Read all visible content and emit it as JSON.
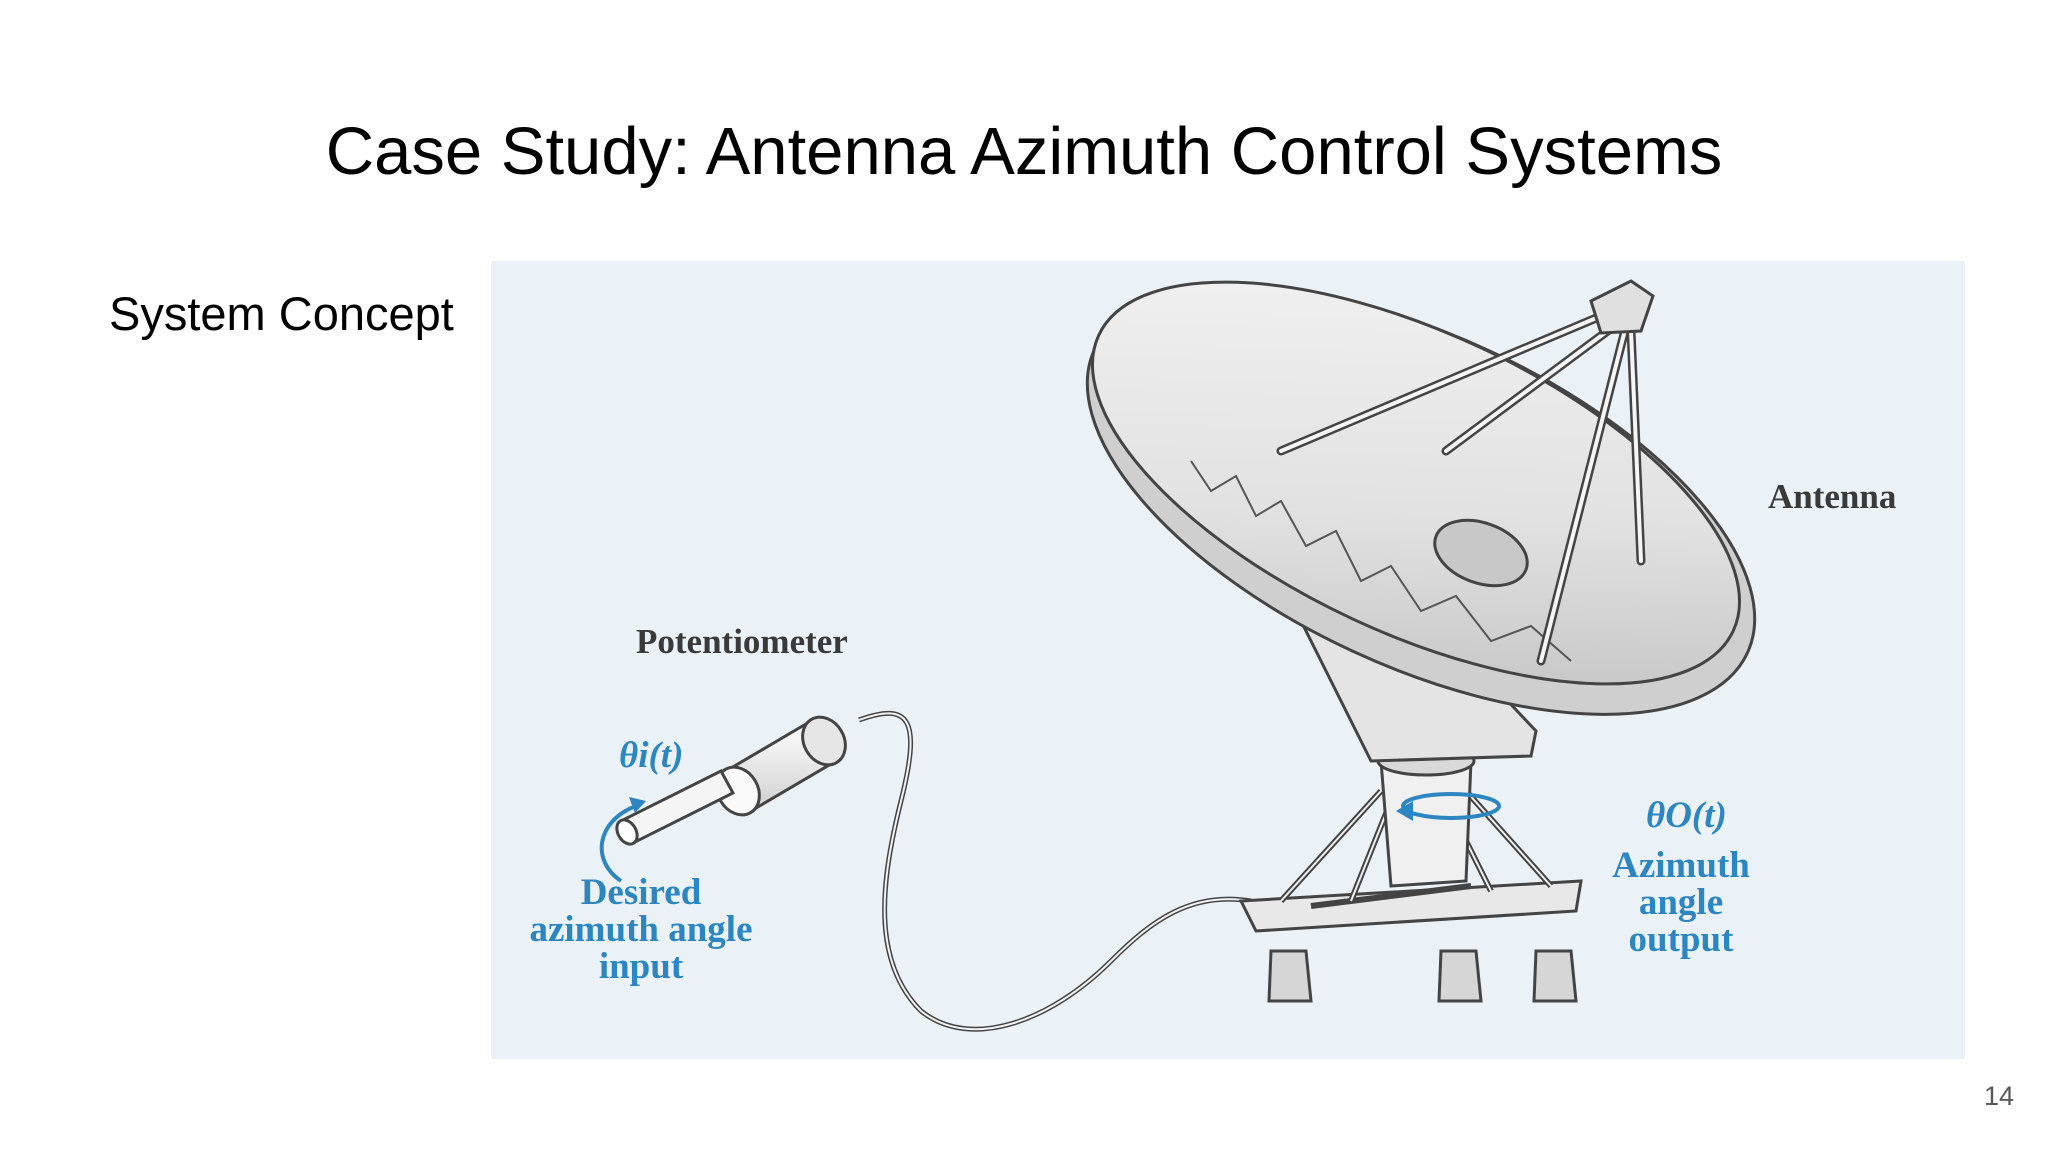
{
  "slide": {
    "title": "Case Study: Antenna Azimuth Control Systems",
    "subheading": "System Concept",
    "page_number": "14"
  },
  "figure": {
    "labels": {
      "antenna": "Antenna",
      "potentiometer": "Potentiometer",
      "theta_input": "θi(t)",
      "desired_line1": "Desired",
      "desired_line2": "azimuth angle",
      "desired_line3": "input",
      "theta_output": "θO(t)",
      "output_line1": "Azimuth",
      "output_line2": "angle",
      "output_line3": "output"
    },
    "colors": {
      "background": "#eaf2f8",
      "annotation_blue": "#2e86c1",
      "label_gray": "#3a3a3a",
      "line_dark": "#444444"
    }
  }
}
